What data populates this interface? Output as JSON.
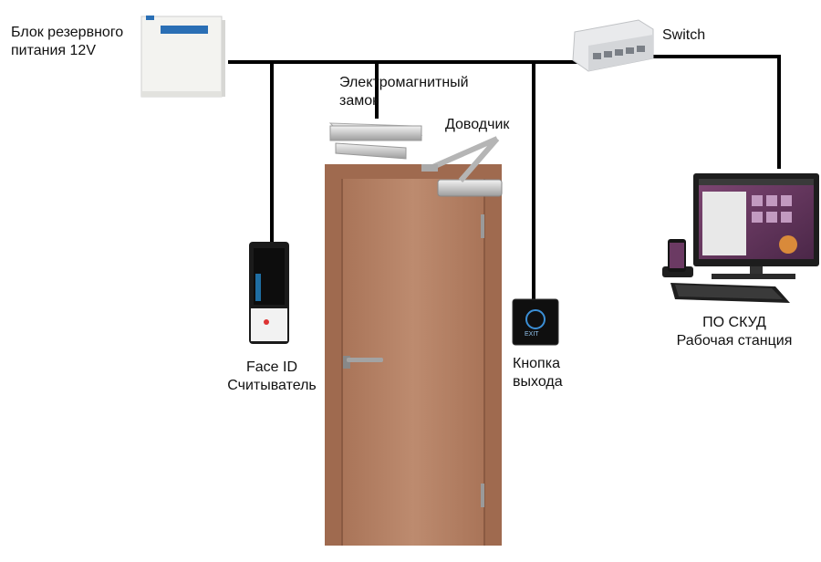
{
  "labels": {
    "psu": [
      "Блок резервного",
      "питания 12V"
    ],
    "maglock": [
      "Электромагнитный",
      "замок"
    ],
    "closer": "Доводчик",
    "switch": "Switch",
    "reader": [
      "Face ID",
      "Считыватель"
    ],
    "exit_button": [
      "Кнопка",
      "выхода"
    ],
    "workstation": [
      "ПО СКУД",
      "Рабочая станция"
    ],
    "exit_text": "EXIT"
  },
  "colors": {
    "wire": "#000000",
    "door": "#b07d62",
    "door_frame": "#a06a50",
    "psu_accent": "#2a6fb5",
    "monitor_screen": "#6b3a63"
  }
}
